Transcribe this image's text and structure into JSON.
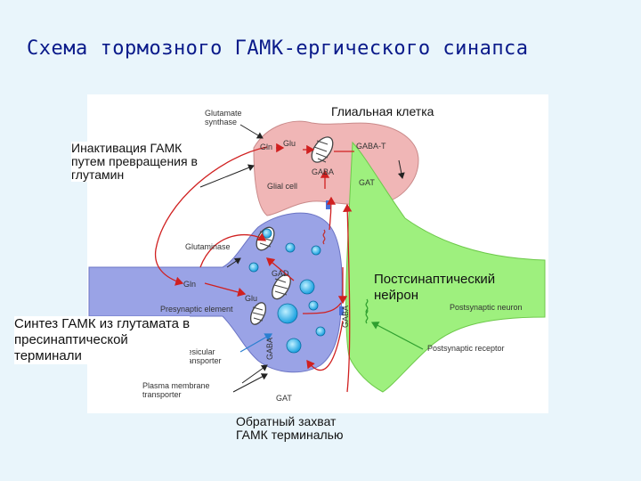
{
  "title": "Схема тормозного ГАМК-ергического синапса",
  "annotations": {
    "glial_cell": "Глиальная клетка",
    "gaba_inactivation": "Инактивация ГАМК\nпутем превращения в\nглутамин",
    "postsynaptic_neuron": "Постсинаптический\nнейрон",
    "presynaptic_synthesis": "Синтез ГАМК из глутамата в\nпресинаптической\nтерминали",
    "reuptake": "Обратный захват\nГАМК терминалью"
  },
  "figure_labels": {
    "glutamate_synthase": "Glutamate\nsynthase",
    "gln_glial": "Gln",
    "glu_glial": "Glu",
    "gaba_t": "GABA-T",
    "gaba_glial": "GABA",
    "glial_cell": "Glial cell",
    "gat_glial": "GAT",
    "glutaminase": "Glutaminase",
    "gln_pre": "Gln",
    "gad": "GAD",
    "glu_pre": "Glu",
    "presynaptic_element": "Presynaptic element",
    "gaba_vertical": "GABA",
    "gaba_cleft": "GABA",
    "vesicular_transporter": "Vesicular\ntransporter",
    "plasma_membrane_transporter": "Plasma membrane\ntransporter",
    "gat_pre": "GAT",
    "postsynaptic_neuron": "Postsynaptic neuron",
    "postsynaptic_receptor": "Postsynaptic receptor"
  },
  "colors": {
    "glial": "#f0b6b6",
    "presynaptic": "#9aa3e6",
    "postsynaptic": "#9ef07e",
    "arrow_red": "#d02020",
    "arrow_green": "#2f9f2f",
    "arrow_blue": "#2a7fd0",
    "title": "#0a1a8a"
  }
}
